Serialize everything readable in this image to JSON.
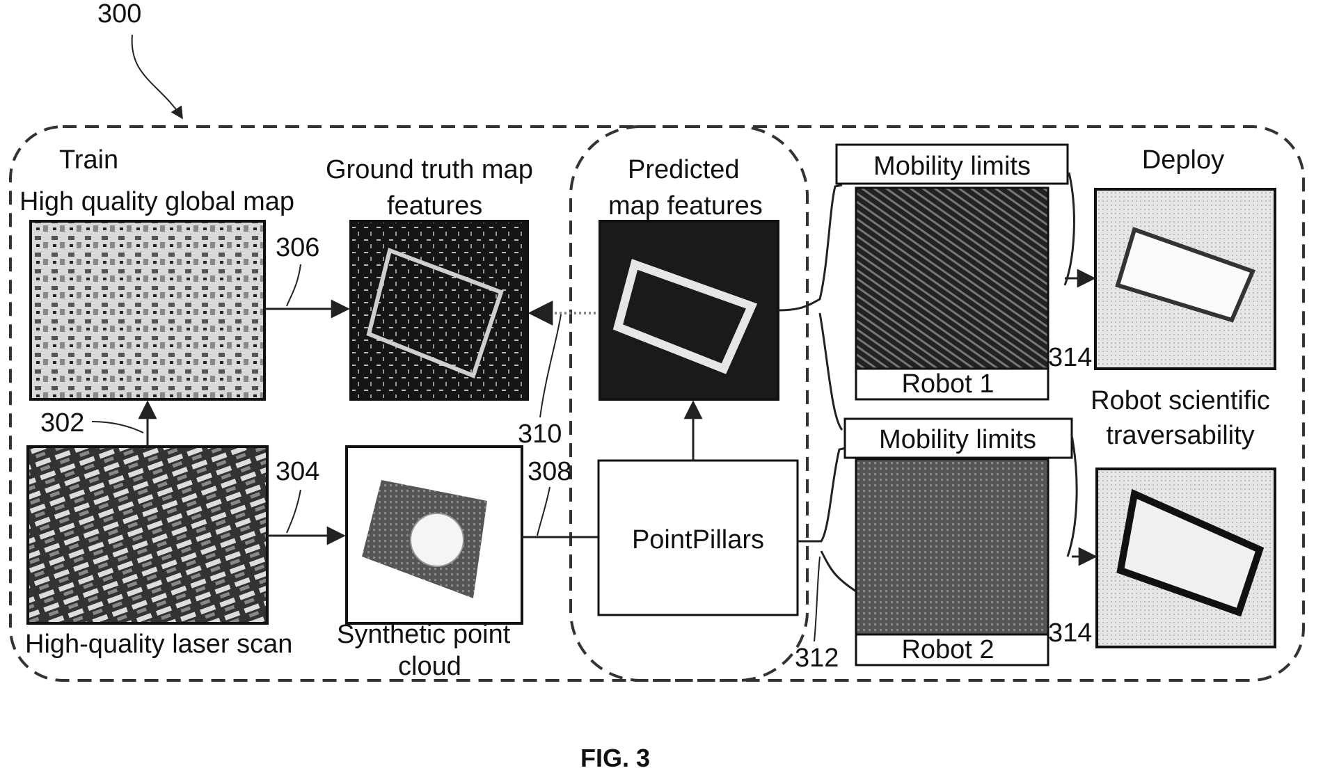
{
  "figure": {
    "ref_overall": "300",
    "caption": "FIG. 3"
  },
  "train": {
    "title": "Train",
    "global_map_label": "High quality global map",
    "laser_scan_label": "High-quality laser scan",
    "gt_features_line1": "Ground truth map",
    "gt_features_line2": "features",
    "synthetic_line1": "Synthetic point",
    "synthetic_line2": "cloud"
  },
  "model": {
    "predicted_line1": "Predicted",
    "predicted_line2": "map features",
    "network_label": "PointPillars"
  },
  "robots": {
    "mobility_1": "Mobility limits",
    "mobility_2": "Mobility limits",
    "robot_1": "Robot 1",
    "robot_2": "Robot 2"
  },
  "deploy": {
    "title": "Deploy",
    "trav_line1": "Robot scientific",
    "trav_line2": "traversability"
  },
  "refs": {
    "r302": "302",
    "r304": "304",
    "r306": "306",
    "r308": "308",
    "r310": "310",
    "r312": "312",
    "r314a": "314",
    "r314b": "314"
  }
}
